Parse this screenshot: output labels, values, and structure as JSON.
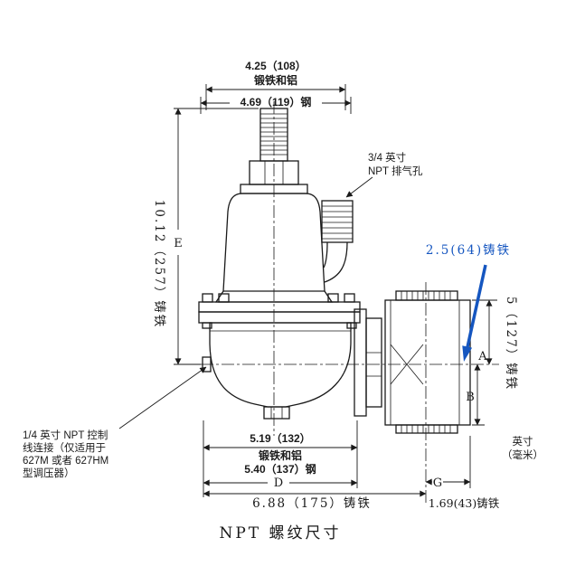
{
  "colors": {
    "ink": "#1a1a1a",
    "accent_blue": "#1556c0",
    "background": "#ffffff"
  },
  "title": "NPT 螺纹尺寸",
  "units_note": [
    "英寸",
    "（毫米）"
  ],
  "top_dims": {
    "forged_value": "4.25（108）",
    "forged_material": "锻铁和铝",
    "steel_value": "4.69（119）钢"
  },
  "left_dim": {
    "value": "10.12（257）铸铁",
    "letter": "E"
  },
  "right_dims": {
    "offset_value": "2.5(64)铸铁",
    "height_value": "5（127）铸铁",
    "letter_a": "A",
    "letter_b": "B"
  },
  "bottom_dims": {
    "forged_value": "5.19（132）",
    "forged_material": "锻铁和铝",
    "steel_value": "5.40（137）钢",
    "letter_d": "D",
    "cast_value": "6.88（175）铸铁",
    "letter_g": "G",
    "end_value": "1.69(43)铸铁"
  },
  "annotations": {
    "vent_line1": "3/4 英寸",
    "vent_line2": "NPT 排气孔",
    "control_line1": "1/4 英寸 NPT 控制",
    "control_line2": "线连接（仅适用于",
    "control_line3": "627M 或者 627HM",
    "control_line4": "型调压器）"
  }
}
